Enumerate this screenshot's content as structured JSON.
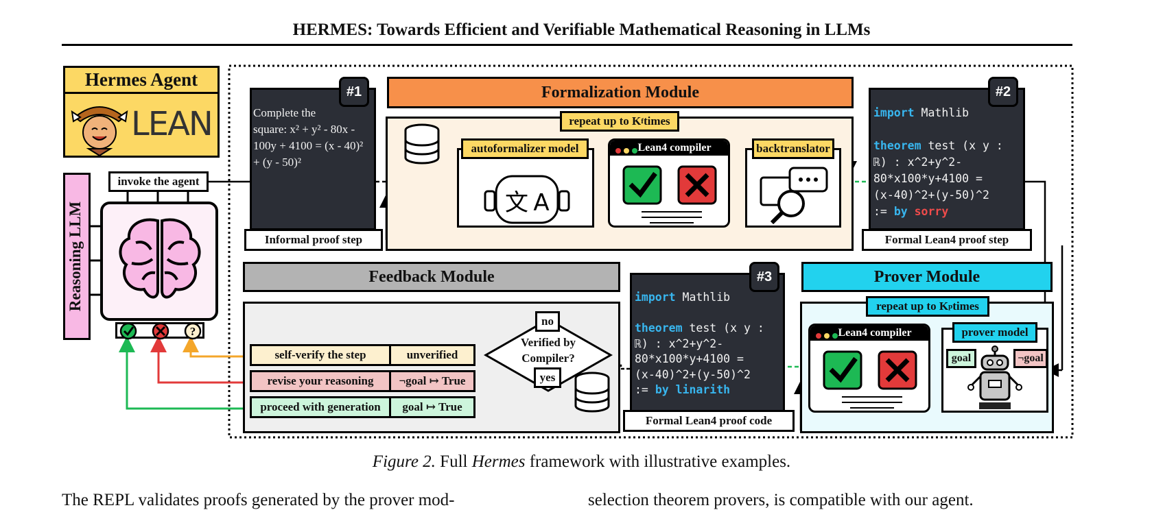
{
  "header": {
    "title": "HERMES: Towards Efficient and Verifiable Mathematical Reasoning in LLMs"
  },
  "agent": {
    "title": "Hermes Agent",
    "logo_text": "LEAN",
    "reasoning_label": "Reasoning LLM",
    "invoke_label": "invoke the agent"
  },
  "step1": {
    "badge": "#1",
    "text_lines": [
      "Complete the",
      "square: x² + y² - 80x -",
      "100y + 4100 = (x - 40)²",
      "+ (y - 50)²"
    ],
    "label": "Informal proof step"
  },
  "formalization": {
    "title": "Formalization Module",
    "repeat_pre": "repeat up to K",
    "repeat_sub": "f",
    "repeat_post": " times",
    "autoformalizer": "autoformalizer model",
    "compiler": "Lean4 compiler",
    "backtranslator": "backtranslator"
  },
  "step2": {
    "badge": "#2",
    "code": [
      [
        {
          "t": "import",
          "c": "kw"
        },
        {
          "t": " Mathlib",
          "c": ""
        }
      ],
      [],
      [
        {
          "t": "theorem",
          "c": "kw"
        },
        {
          "t": " test (x y :",
          "c": ""
        }
      ],
      [
        {
          "t": "ℝ) : x^2+y^2-",
          "c": ""
        }
      ],
      [
        {
          "t": "80*x100*y+4100 =",
          "c": ""
        }
      ],
      [
        {
          "t": "(x-40)^2+(y-50)^2",
          "c": ""
        }
      ],
      [
        {
          "t": ":= ",
          "c": ""
        },
        {
          "t": "by",
          "c": "kw"
        },
        {
          "t": " ",
          "c": ""
        },
        {
          "t": "sorry",
          "c": "sorry"
        }
      ]
    ],
    "label": "Formal Lean4 proof step"
  },
  "feedback": {
    "title": "Feedback Module",
    "rows": [
      {
        "action": "self-verify the step",
        "status": "unverified"
      },
      {
        "action": "revise your reasoning",
        "status": "¬goal ↦ True"
      },
      {
        "action": "proceed with generation",
        "status": "goal ↦ True"
      }
    ],
    "diamond_lines": [
      "Verified by",
      "Compiler?"
    ],
    "no": "no",
    "yes": "yes"
  },
  "step3": {
    "badge": "#3",
    "code": [
      [
        {
          "t": "import",
          "c": "kw"
        },
        {
          "t": " Mathlib",
          "c": ""
        }
      ],
      [],
      [
        {
          "t": "theorem",
          "c": "kw"
        },
        {
          "t": " test (x y :",
          "c": ""
        }
      ],
      [
        {
          "t": "ℝ) : x^2+y^2-",
          "c": ""
        }
      ],
      [
        {
          "t": "80*x100*y+4100 =",
          "c": ""
        }
      ],
      [
        {
          "t": "(x-40)^2+(y-50)^2",
          "c": ""
        }
      ],
      [
        {
          "t": ":= ",
          "c": ""
        },
        {
          "t": "by linarith",
          "c": "kw"
        }
      ]
    ],
    "label": "Formal Lean4 proof code"
  },
  "prover": {
    "title": "Prover Module",
    "repeat_pre": "repeat up to K",
    "repeat_sub": "p",
    "repeat_post": " times",
    "compiler": "Lean4 compiler",
    "prover_model": "prover model",
    "goal": "goal",
    "not_goal": "¬goal"
  },
  "caption": {
    "label": "Figure 2.",
    "pre": " Full ",
    "name": "Hermes",
    "post": " framework with illustrative examples."
  },
  "body": {
    "left": "The REPL validates proofs generated by the prover mod-",
    "right": "selection theorem provers, is compatible with our agent."
  },
  "colors": {
    "orange": "#f7904a",
    "gold": "#fcd864",
    "gray": "#b3b3b3",
    "cyan": "#22d2ee",
    "pink": "#f8b8e4",
    "cream": "#fdf2e3",
    "light_cyan": "#e9fafd",
    "green": "#1db954",
    "red": "#e23a3a",
    "red_soft": "#f2c4c4",
    "green_soft": "#cdf5dc",
    "yellow_soft": "#fdf0cf"
  }
}
